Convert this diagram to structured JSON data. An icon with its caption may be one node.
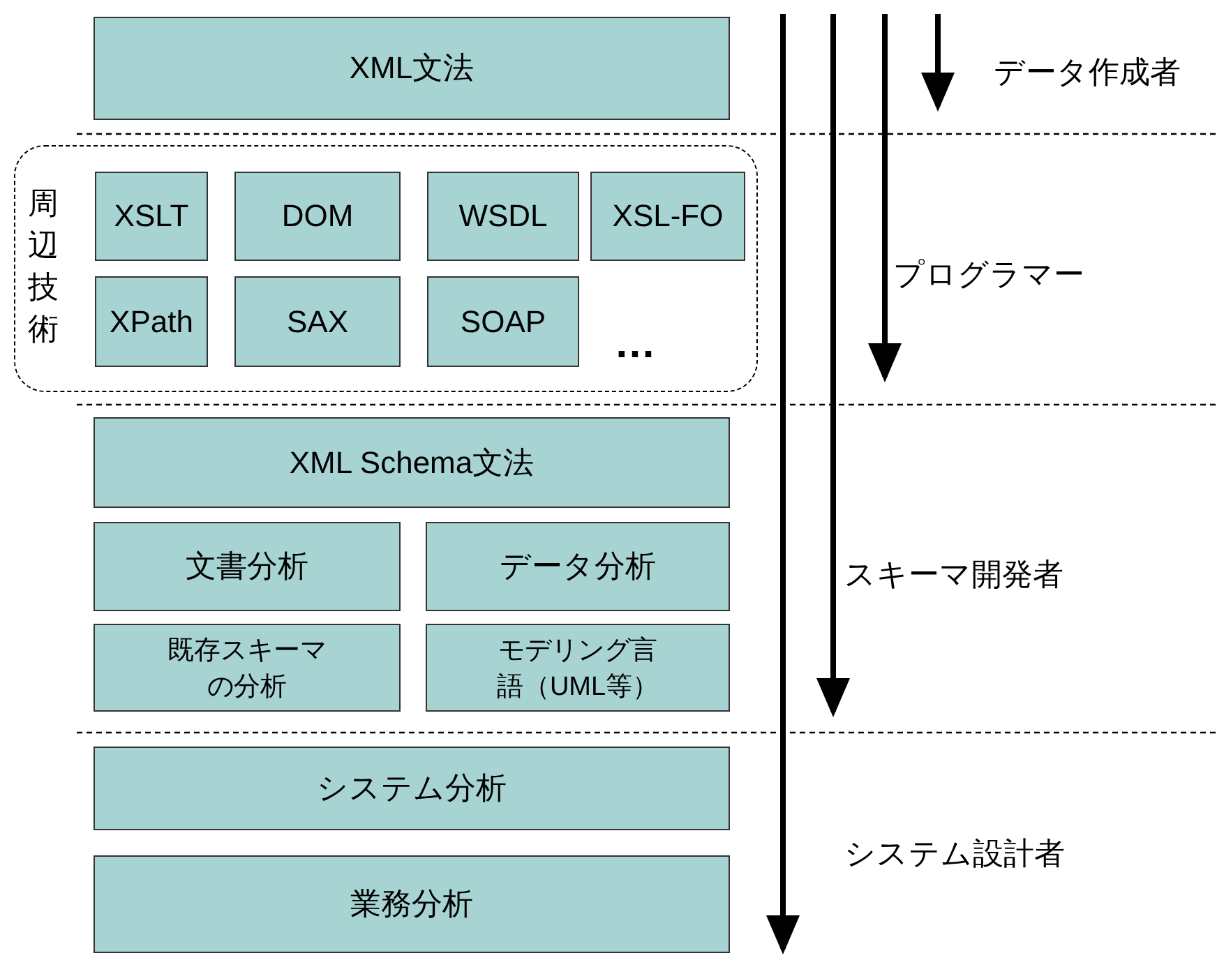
{
  "diagram": {
    "nodes": [
      {
        "text": [
          "XML文法"
        ]
      },
      {
        "text": [
          "周辺技術"
        ]
      },
      {
        "text": [
          "XSLT"
        ],
        "in": 1
      },
      {
        "text": [
          "DOM"
        ],
        "in": 1
      },
      {
        "text": [
          "WSDL"
        ],
        "in": 1
      },
      {
        "text": [
          "XSL-FO"
        ],
        "in": 1
      },
      {
        "text": [
          "XPath"
        ],
        "in": 1
      },
      {
        "text": [
          "SAX"
        ],
        "in": 1
      },
      {
        "text": [
          "SOAP"
        ],
        "in": 1
      },
      {
        "text": [
          "XML Schema文法"
        ]
      },
      {
        "text": [
          "文書分析"
        ]
      },
      {
        "text": [
          "データ分析"
        ]
      },
      {
        "text": [
          "既存スキーマの分析"
        ]
      },
      {
        "text": [
          "モデリング言語（UML等）"
        ]
      },
      {
        "text": [
          "システム分析"
        ]
      },
      {
        "text": [
          "業務分析"
        ]
      }
    ],
    "labels": [
      "…",
      "データ作成者",
      "プログラマー",
      "スキーマ開発者",
      "システム設計者"
    ]
  }
}
